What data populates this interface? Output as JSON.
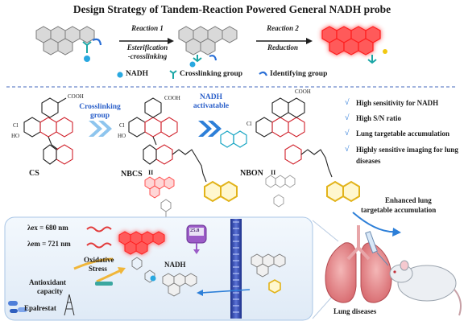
{
  "title": "Design Strategy of Tandem-Reaction Powered General NADH probe",
  "reactions": {
    "r1_label": "Reaction 1",
    "r1_sub_line1": "Esterification",
    "r1_sub_line2": "-crosslinking",
    "r2_label": "Reaction 2",
    "r2_sub": "Reduction"
  },
  "legend": {
    "nadh": "NADH",
    "crosslinking": "Crosslinking group",
    "identifying": "Identifying group"
  },
  "molecules": {
    "cs": "CS",
    "nbcs": "NBCS",
    "nbon": "NBON",
    "cooh": "COOH",
    "cl": "Cl",
    "ho": "HO",
    "roman": "II"
  },
  "steps": {
    "crosslinking_line1": "Crosslinking",
    "crosslinking_line2": "group",
    "nadh_line1": "NADH",
    "nadh_line2": "activatable"
  },
  "features": [
    "High sensitivity for NADH",
    "High S/N ratio",
    "Lung targetable accumulation",
    "Highly sensitive imaging for lung",
    "diseases"
  ],
  "check_mark": "√",
  "enhanced": {
    "line1": "Enhanced lung",
    "line2": "targetable accumulation"
  },
  "bottom": {
    "lambda_ex": "λex = 680 nm",
    "lambda_em": "λem = 721 nm",
    "nadh": "NADH",
    "oxidative_line1": "Oxidative",
    "oxidative_line2": "Stress",
    "antioxidant_line1": "Antioxidant",
    "antioxidant_line2": "capacity",
    "epalrestat": "Epalrestat",
    "meter_value": "25.8",
    "lung_diseases": "Lung diseases"
  },
  "colors": {
    "nadh_dot": "#29a8e0",
    "crosslink": "#1aa6a6",
    "identify": "#2a6fd6",
    "red_glow": "#ff2a2a",
    "chevron": "#8ec5ee",
    "dashed": "#6a86c9",
    "blue_text": "#2a5fc9"
  }
}
